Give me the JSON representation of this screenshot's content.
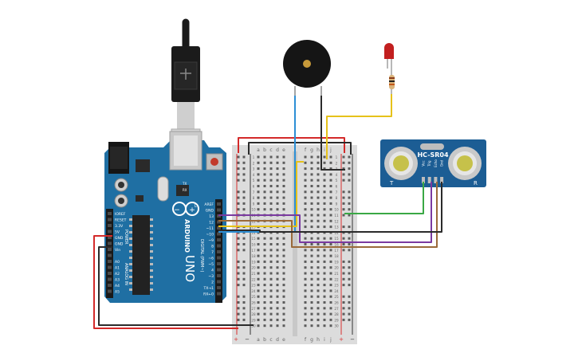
{
  "arduino": {
    "brand": "ARDUINO",
    "model": "UNO",
    "digital_caption": "DIGITAL (PWM~)",
    "power_caption": "POWER",
    "analog_caption": "ANALOG IN",
    "reset_caption": "RESET",
    "digital_pins": [
      "AREF",
      "GND",
      "13",
      "12",
      "~11",
      "~10",
      "~9",
      "8",
      "7",
      "~6",
      "~5",
      "4",
      "~3",
      "2",
      "TX→1",
      "RX←0"
    ],
    "power_pins": [
      "IOREF",
      "RESET",
      "3.3V",
      "5V",
      "GND",
      "GND",
      "Vin"
    ],
    "analog_pins": [
      "A0",
      "A1",
      "A2",
      "A3",
      "A4",
      "A5"
    ],
    "tx_label": "TX",
    "rx_label": "RX",
    "l_label": "L"
  },
  "breadboard": {
    "columns_left": [
      "a",
      "b",
      "c",
      "d",
      "e"
    ],
    "columns_right": [
      "f",
      "g",
      "h",
      "i",
      "j"
    ],
    "plus": "+",
    "minus": "−",
    "row_numbers": [
      "1",
      "2",
      "3",
      "4",
      "5",
      "6",
      "7",
      "8",
      "9",
      "10",
      "11",
      "12",
      "13",
      "14",
      "15",
      "16",
      "17",
      "18",
      "19",
      "20",
      "21",
      "22",
      "23",
      "24",
      "25",
      "26",
      "27",
      "28",
      "29",
      "30"
    ]
  },
  "sensor": {
    "model": "HC-SR04",
    "pins": [
      "Vcc",
      "Trig",
      "Echo",
      "Gnd"
    ],
    "left_mark": "T",
    "right_mark": "R"
  },
  "wire_colors": {
    "red": "#d42a2a",
    "black": "#2b2b2b",
    "blue": "#2d8fd5",
    "yellow": "#e6c21a",
    "green": "#3aa845",
    "purple": "#7a3aa0",
    "orange": "#c0621e",
    "brown": "#9a6a3a"
  },
  "accent": {
    "board": "#1f6fa3",
    "sensor": "#1c5d94",
    "led": "#c21f1f"
  }
}
